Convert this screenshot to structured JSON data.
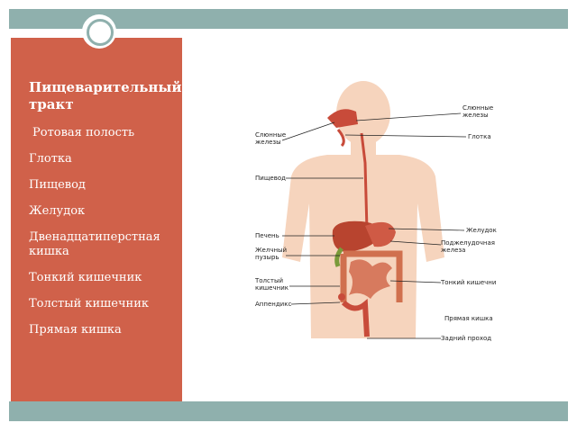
{
  "slide": {
    "title": "Пищеварительный тракт",
    "items": [
      "Ротовая полость",
      "Глотка",
      "Пищевод",
      "Желудок",
      "Двенадцатиперстная кишка",
      "Тонкий кишечник",
      "Толстый кишечник",
      "Прямая кишка"
    ]
  },
  "diagram": {
    "labels": {
      "salivary_right": "Слюнные\nжелезы",
      "salivary_left": "Слюнные\nжелезы",
      "pharynx": "Глотка",
      "esophagus": "Пищевод",
      "stomach": "Желудок",
      "liver": "Печень",
      "pancreas": "Поджелудочная\nжелеза",
      "gallbladder": "Желчный\nпузырь",
      "small_intestine": "Тонкий кишечник",
      "large_intestine": "Толстый\nкишечник",
      "appendix": "Аппендикс",
      "rectum": "Прямая кишка",
      "anus": "Задний проход"
    }
  },
  "colors": {
    "panel": "#d0614a",
    "bars": "#8fb0ad",
    "body": "#f6d4bd",
    "organ": "#c84b3a"
  }
}
